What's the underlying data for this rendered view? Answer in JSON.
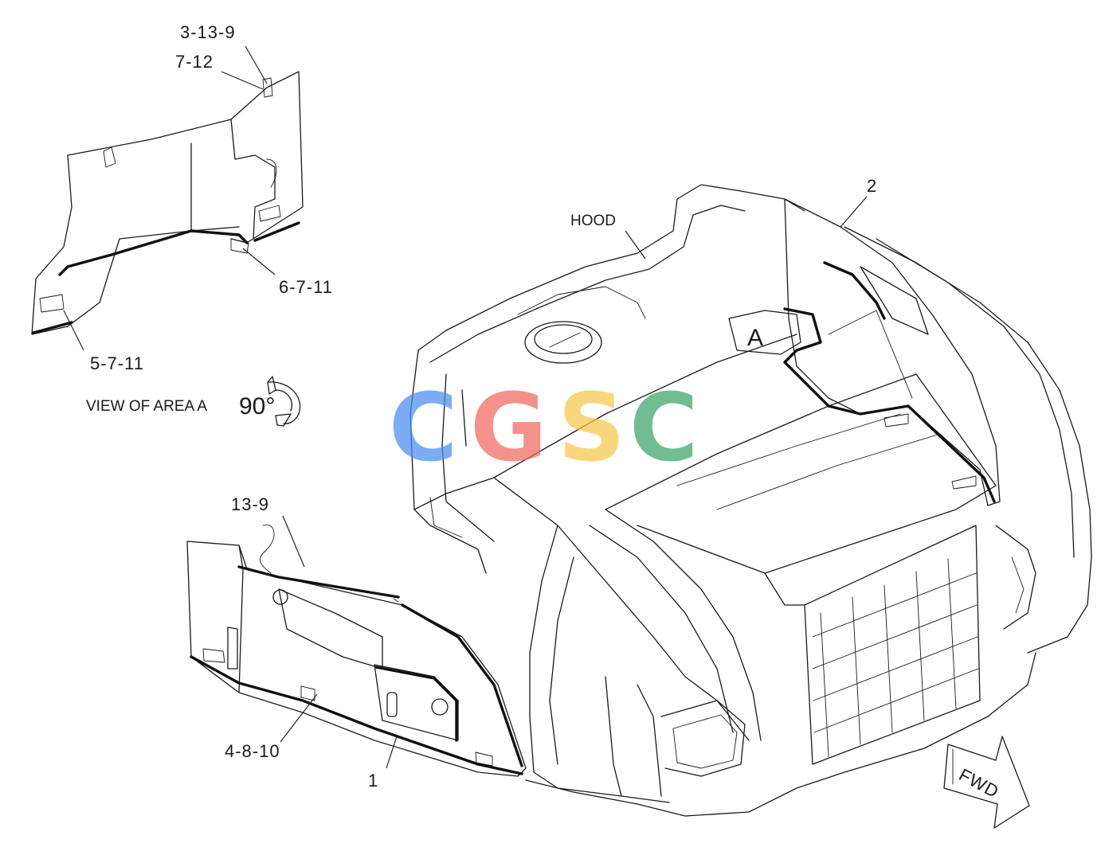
{
  "labels": {
    "callout_3_13_9": "3-13-9",
    "callout_7_12": "7-12",
    "callout_6_7_11": "6-7-11",
    "callout_5_7_11": "5-7-11",
    "callout_2": "2",
    "callout_13_9": "13-9",
    "callout_4_8_10": "4-8-10",
    "callout_1": "1",
    "hood": "HOOD",
    "area_marker": "A",
    "view_caption": "VIEW OF AREA A",
    "rotation": "90°",
    "direction": "FWD"
  },
  "watermark": {
    "letters": [
      "C",
      "G",
      "S",
      "C"
    ],
    "colors": [
      "#4a8ef0",
      "#f2685f",
      "#f6c94a",
      "#3aa46a"
    ]
  }
}
